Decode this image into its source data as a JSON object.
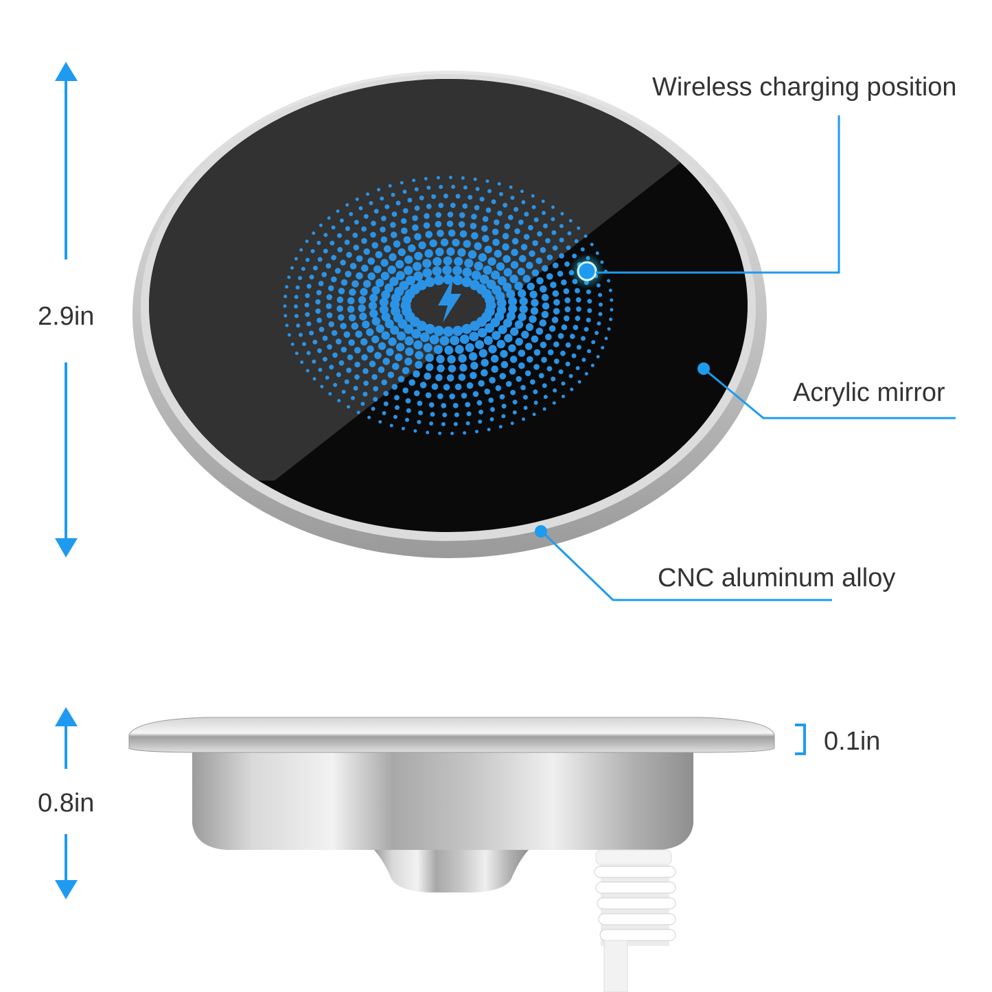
{
  "colors": {
    "accent": "#1e9bf0",
    "text": "#333333",
    "pad_black": "#0a0a0a",
    "pad_reflect": "#2a2a2a",
    "rim_silver": "#c8c8c8",
    "dots": "#2a93e6"
  },
  "top_view": {
    "dimension_label": "2.9in",
    "callouts": [
      {
        "label": "Wireless charging position",
        "icon": "glow-dot-icon"
      },
      {
        "label": "Acrylic mirror",
        "icon": "dot-icon"
      },
      {
        "label": "CNC aluminum alloy",
        "icon": "dot-icon"
      }
    ],
    "center_icon": "lightning-bolt-icon"
  },
  "side_view": {
    "height_label": "0.8in",
    "rim_thickness_label": "0.1in"
  }
}
